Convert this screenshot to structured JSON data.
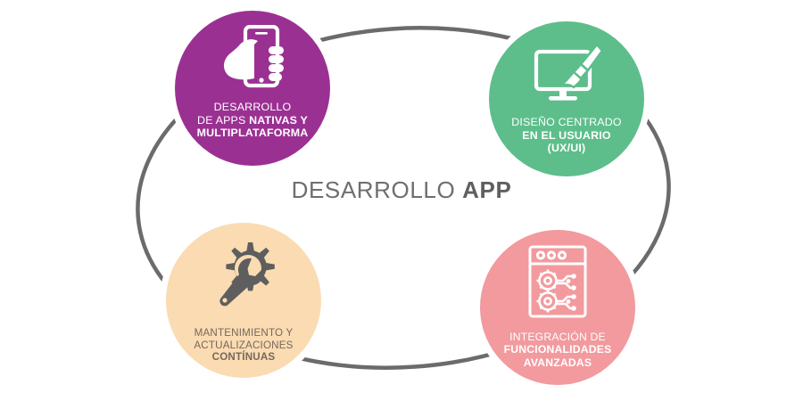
{
  "diagram": {
    "center_title": {
      "regular": "DESARROLLO ",
      "bold": "APP"
    },
    "ring": {
      "icon": "ellipse-connector-ring",
      "color": "#6B6B6B"
    },
    "nodes": [
      {
        "id": "native-apps",
        "icon": "hand-holding-smartphone-icon",
        "fill": "#9B3093",
        "text_color": "#FFFFFF",
        "lines": [
          {
            "text": "DESARROLLO",
            "bold": false
          },
          {
            "text": "DE APPS NATIVAS Y",
            "bold": false
          },
          {
            "text": "MULTIPLATAFORMA",
            "bold": true
          }
        ],
        "label_plain": "DESARROLLO DE APPS NATIVAS Y MULTIPLATAFORMA"
      },
      {
        "id": "ux-ui-design",
        "icon": "monitor-paintbrush-icon",
        "fill": "#5DBE8B",
        "text_color": "#FFFFFF",
        "lines": [
          {
            "text": "DISEÑO CENTRADO",
            "bold": false
          },
          {
            "text": "EN EL USUARIO",
            "bold": true
          },
          {
            "text": "(UX/UI)",
            "bold": true
          }
        ],
        "label_plain": "DISEÑO CENTRADO EN EL USUARIO (UX/UI)"
      },
      {
        "id": "maintenance",
        "icon": "gear-wrench-icon",
        "fill": "#FADBB2",
        "text_color": "#77685B",
        "lines": [
          {
            "text": "MANTENIMIENTO Y",
            "bold": false
          },
          {
            "text": "ACTUALIZACIONES",
            "bold": false
          },
          {
            "text": "CONTÍNUAS",
            "bold": true
          }
        ],
        "label_plain": "MANTENIMIENTO Y ACTUALIZACIONES CONTÍNUAS"
      },
      {
        "id": "advanced-features",
        "icon": "browser-window-gears-icon",
        "fill": "#F29A9E",
        "text_color": "#FFFFFF",
        "lines": [
          {
            "text": "INTEGRACIÓN DE",
            "bold": false
          },
          {
            "text": "FUNCIONALIDADES",
            "bold": true
          },
          {
            "text": "AVANZADAS",
            "bold": true
          }
        ],
        "label_plain": "INTEGRACIÓN DE FUNCIONALIDADES AVANZADAS"
      }
    ]
  }
}
